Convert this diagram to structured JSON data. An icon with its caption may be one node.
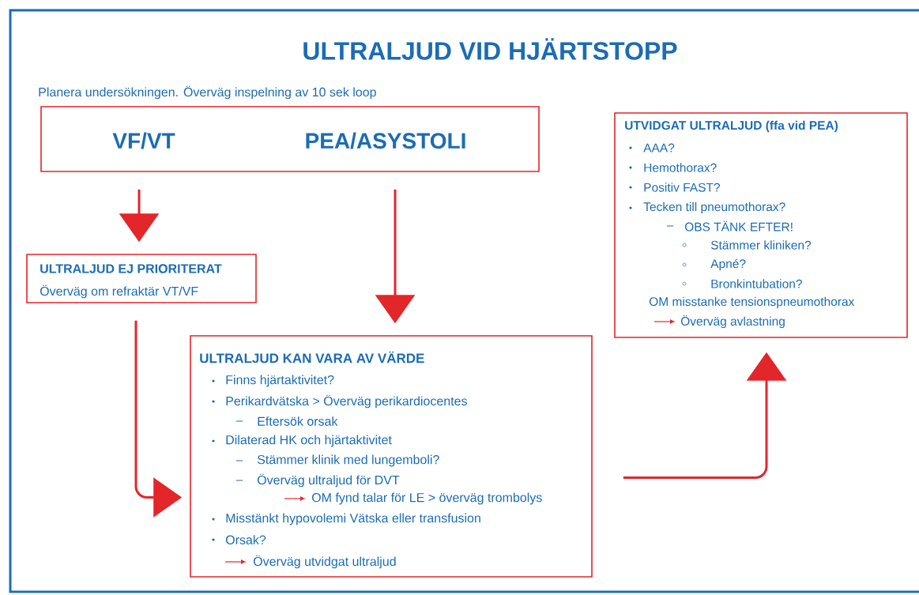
{
  "diagram": {
    "title": "ULTRALJUD VID HJÄRTSTOPP",
    "nodes": [
      {
        "text": [],
        "shape": "box"
      },
      {
        "text": [
          "VF/VT"
        ],
        "in": 0
      },
      {
        "text": [
          "PEA/ASYSTOLI"
        ],
        "in": 0
      },
      {
        "text": [
          "ULTRALJUD EJ PRIORITERAT",
          "Överväg om refraktär VT/VF"
        ]
      },
      {
        "text": [
          "ULTRALJUD KAN VARA AV VÄRDE",
          "Finns hjärtaktivitet?",
          "Perikardvätska > Överväg perikardiocentes",
          "Eftersök orsak",
          "Dilaterad HK och hjärtaktivitet",
          "Stämmer klinik med lungemboli?",
          "Överväg ultraljud för DVT",
          "OM fynd talar för LE > överväg trombolys",
          "Misstänkt hypovolemi  Vätska eller transfusion",
          "Orsak?",
          "Överväg utvidgat ultraljud"
        ]
      },
      {
        "text": [
          "UTVIDGAT ULTRALJUD (ffa vid PEA)",
          "AAA?",
          "Hemothorax?",
          "Positiv FAST?",
          "Tecken till pneumothorax?",
          "OBS TÄNK EFTER!",
          "Stämmer kliniken?",
          "Apné?",
          "Bronkintubation?",
          "OM misstanke tensionspneumothorax",
          "Överväg avlastning"
        ]
      }
    ],
    "edges": [
      {
        "from": 1,
        "to": 3,
        "arrow": "to"
      },
      {
        "from": 2,
        "to": 4,
        "arrow": "to"
      },
      {
        "from": 3,
        "to": 4,
        "arrow": "to"
      },
      {
        "from": 4,
        "to": 5,
        "arrow": "to"
      }
    ],
    "labels": [
      "Planera undersökningen. Överväg inspelning av 10 sek loop"
    ]
  }
}
